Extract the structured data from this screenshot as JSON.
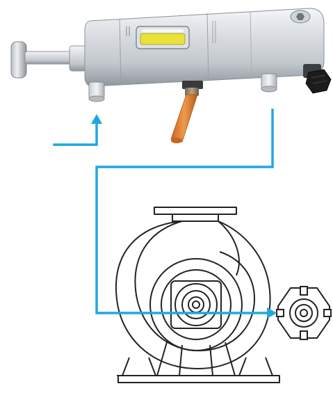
{
  "diagram": {
    "components": [
      {
        "id": "actuator",
        "icon": "metallic-cylinder-actuator-icon"
      },
      {
        "id": "pump",
        "icon": "centrifugal-pump-line-drawing-icon"
      },
      {
        "id": "impeller",
        "icon": "impeller-hub-icon"
      }
    ],
    "flow_arrows": [
      {
        "id": "inlet-arrow",
        "direction": "up"
      },
      {
        "id": "return-line-arrow",
        "direction": "right"
      }
    ],
    "colors": {
      "flow_line": "#1fa7e0",
      "pump_outline": "#222222",
      "steel_light": "#f1f3f5",
      "steel_dark": "#9aa1a8",
      "window_yellow": "#e8e23a",
      "tube_orange": "#e07a2e",
      "connector_black": "#1c1c1c"
    }
  }
}
